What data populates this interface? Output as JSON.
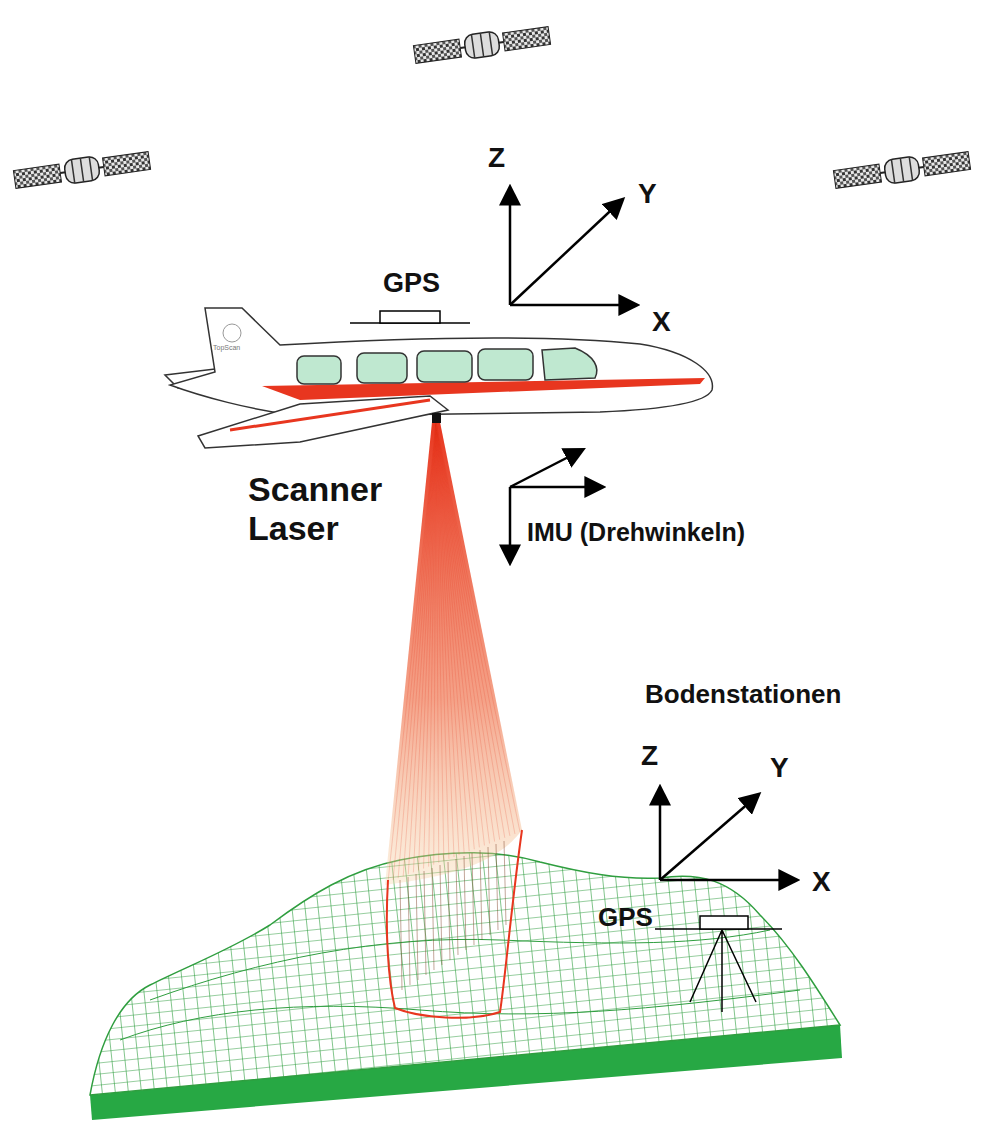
{
  "diagram": {
    "labels": [
      "Z",
      "Y",
      "X",
      "GPS",
      "TopScan",
      "Scanner Laser",
      "IMU (Drehwinkeln)",
      "Bodenstationen",
      "Z",
      "Y",
      "X",
      "GPS"
    ]
  }
}
